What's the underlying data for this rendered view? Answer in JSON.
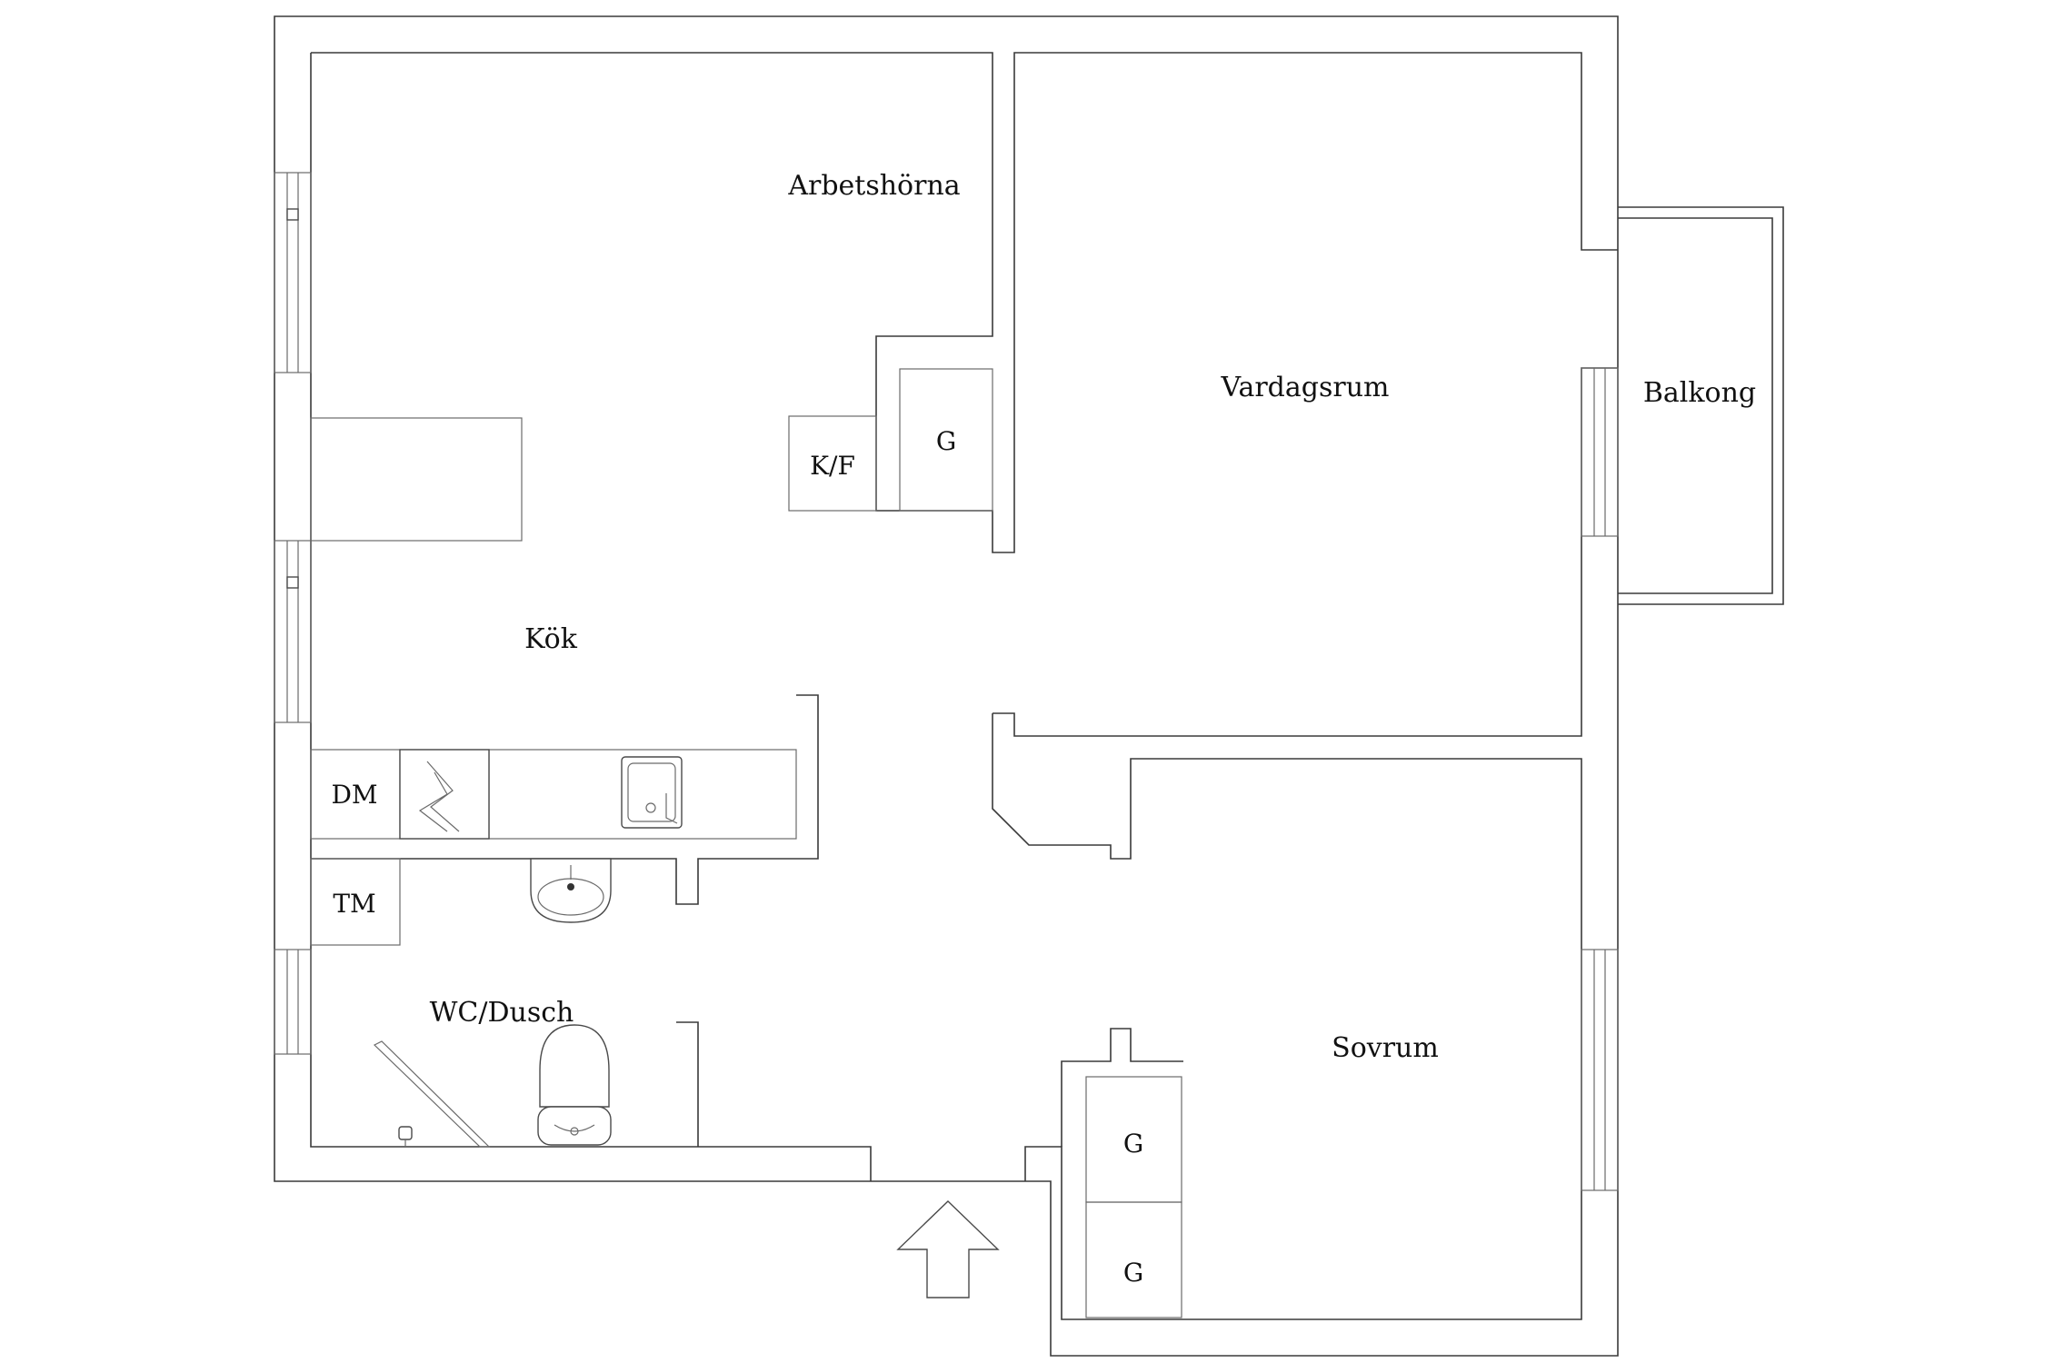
{
  "rooms": {
    "arbetshorna": "Arbetshörna",
    "vardagsrum": "Vardagsrum",
    "balkong": "Balkong",
    "kok": "Kök",
    "wc_dusch": "WC/Dusch",
    "sovrum": "Sovrum"
  },
  "fixtures": {
    "kf": "K/F",
    "g_kitchen": "G",
    "dm": "DM",
    "tm": "TM",
    "g_bed_upper": "G",
    "g_bed_lower": "G"
  },
  "icons": {
    "entrance": "entrance-arrow-icon",
    "stove": "stove-icon",
    "kitchen_sink": "kitchen-sink-icon",
    "washbasin": "washbasin-icon",
    "toilet": "toilet-icon",
    "shower_drain": "shower-drain-icon"
  },
  "colors": {
    "wall": "#3a3a3a",
    "background": "#ffffff",
    "text": "#111111"
  }
}
